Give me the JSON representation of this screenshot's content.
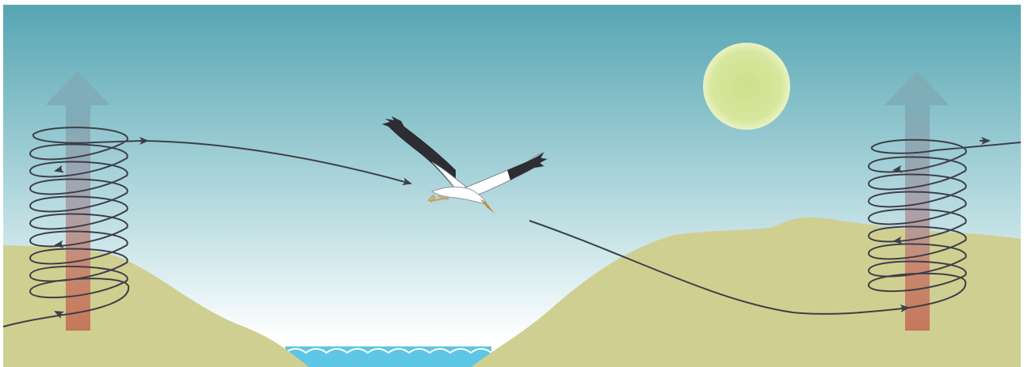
{
  "diagram": {
    "kind": "thermal soaring illustration",
    "elements": [
      "sky",
      "sun",
      "left-hill",
      "right-hill",
      "water",
      "left-thermal-updraft",
      "right-thermal-updraft",
      "left-thermal-spiral",
      "right-thermal-spiral",
      "glide-path-upper",
      "glide-path-lower",
      "stork"
    ],
    "colors": {
      "sky_top": "#58a7b3",
      "sky_mid": "#9ccdd5",
      "sky_bottom": "#ffffff",
      "hill": "#cfcf91",
      "water": "#5ec6e6",
      "sun_center": "#cfe08e",
      "sun_edge": "#e6f0b8",
      "updraft_top": "#7faab5",
      "updraft_bottom": "#c97a56",
      "path": "#3e3e4a"
    }
  }
}
